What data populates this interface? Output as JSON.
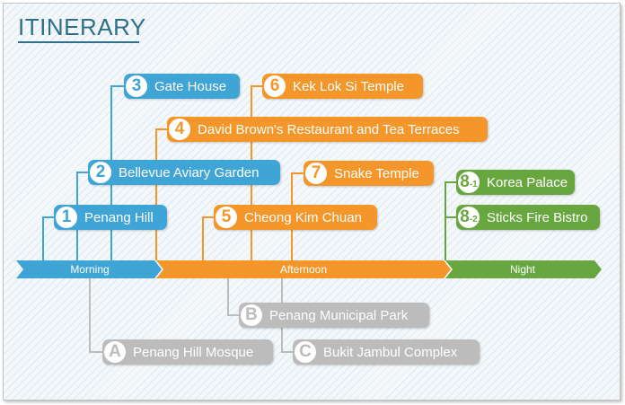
{
  "title": "ITINERARY",
  "colors": {
    "morning": "#3fa4d6",
    "afternoon": "#f5962a",
    "night": "#68a740",
    "alternative": "#bcbcbc",
    "title": "#2e6f8a"
  },
  "timeline": {
    "morning": "Morning",
    "afternoon": "Afternoon",
    "night": "Night"
  },
  "stops": {
    "s1": {
      "num": "1",
      "name": "Penang Hill"
    },
    "s2": {
      "num": "2",
      "name": "Bellevue Aviary Garden"
    },
    "s3": {
      "num": "3",
      "name": "Gate House"
    },
    "s4": {
      "num": "4",
      "name": "David Brown's Restaurant and Tea Terraces"
    },
    "s5": {
      "num": "5",
      "name": "Cheong Kim Chuan"
    },
    "s6": {
      "num": "6",
      "name": "Kek Lok Si Temple"
    },
    "s7": {
      "num": "7",
      "name": "Snake Temple"
    },
    "s81": {
      "num": "8",
      "sub": "-1",
      "name": "Korea Palace"
    },
    "s82": {
      "num": "8",
      "sub": "-2",
      "name": "Sticks Fire Bistro"
    },
    "sA": {
      "num": "A",
      "name": "Penang Hill Mosque"
    },
    "sB": {
      "num": "B",
      "name": "Penang Municipal Park"
    },
    "sC": {
      "num": "C",
      "name": "Bukit Jambul Complex"
    }
  }
}
